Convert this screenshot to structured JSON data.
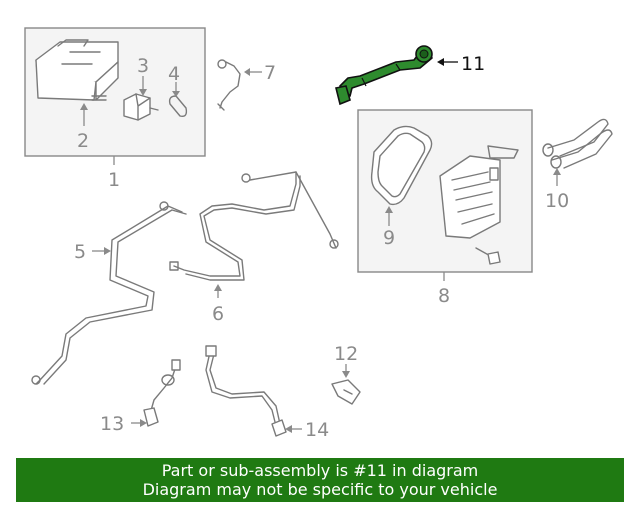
{
  "callouts": {
    "c1": "1",
    "c2": "2",
    "c3": "3",
    "c4": "4",
    "c5": "5",
    "c6": "6",
    "c7": "7",
    "c8": "8",
    "c9": "9",
    "c10": "10",
    "c11": "11",
    "c12": "12",
    "c13": "13",
    "c14": "14"
  },
  "highlighted_part": "11",
  "colors": {
    "highlight_part": "#2e8b2e",
    "banner_bg": "#1f7a12",
    "banner_text": "#ffffff",
    "callout_text": "#8a8a8a"
  },
  "banner": {
    "line1": "Part or sub-assembly is #11 in diagram",
    "line2": "Diagram may not be specific to your vehicle"
  }
}
